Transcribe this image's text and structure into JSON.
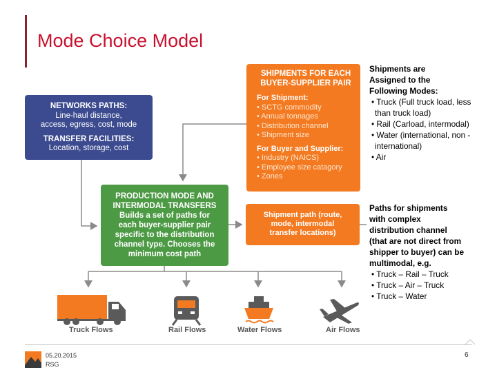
{
  "title": "Mode Choice Model",
  "networks_box": {
    "heading1": "NETWORKS PATHS:",
    "line1": "Line-haul distance,",
    "line2": "access, egress, cost, mode",
    "heading2": "TRANSFER FACILITIES:",
    "line3": "Location, storage, cost"
  },
  "shipments_box": {
    "heading_line1": "SHIPMENTS FOR EACH",
    "heading_line2": "BUYER-SUPPLIER PAIR",
    "for_shipment": "For Shipment:",
    "shipment_items": [
      "• SCTG commodity",
      "• Annual tonnages",
      "• Distribution channel",
      "• Shipment size"
    ],
    "for_buyer": "For Buyer and Supplier:",
    "buyer_items": [
      "• Industry (NAICS)",
      "• Employee size catagory",
      "• Zones"
    ]
  },
  "production_box": {
    "lines": [
      "PRODUCTION MODE AND",
      "INTERMODAL TRANSFERS",
      "Builds a set of paths for",
      "each buyer-supplier pair",
      "specific to the distribution",
      "channel type. Chooses the",
      "minimum cost path"
    ]
  },
  "shipment_path_box": {
    "lines": [
      "Shipment path (route,",
      "mode, intermodal",
      "transfer locations)"
    ]
  },
  "right_text_1": {
    "lines": [
      "Shipments are",
      "Assigned to the",
      "Following Modes:"
    ],
    "bullets": [
      "• Truck (Full truck load, less than truck load)",
      "• Rail (Carload, intermodal)",
      "• Water (international, non -international)",
      "• Air"
    ]
  },
  "right_text_2": {
    "lines": [
      "Paths for shipments",
      "with complex",
      "distribution channel",
      "(that are not direct from",
      "shipper to buyer) can be",
      "multimodal, e.g."
    ],
    "bullets": [
      "• Truck – Rail – Truck",
      "• Truck – Air – Truck",
      "• Truck – Water"
    ]
  },
  "modes": {
    "truck": "Truck Flows",
    "rail": "Rail Flows",
    "water": "Water Flows",
    "air": "Air Flows"
  },
  "footer": {
    "date": "05.20.2015",
    "org": "RSG",
    "page": "6"
  },
  "colors": {
    "title": "#c8102e",
    "blue_box": "#3c4b8f",
    "orange_box": "#f37a20",
    "green_box": "#4d9a45",
    "arrows": "#8a8a8a"
  }
}
